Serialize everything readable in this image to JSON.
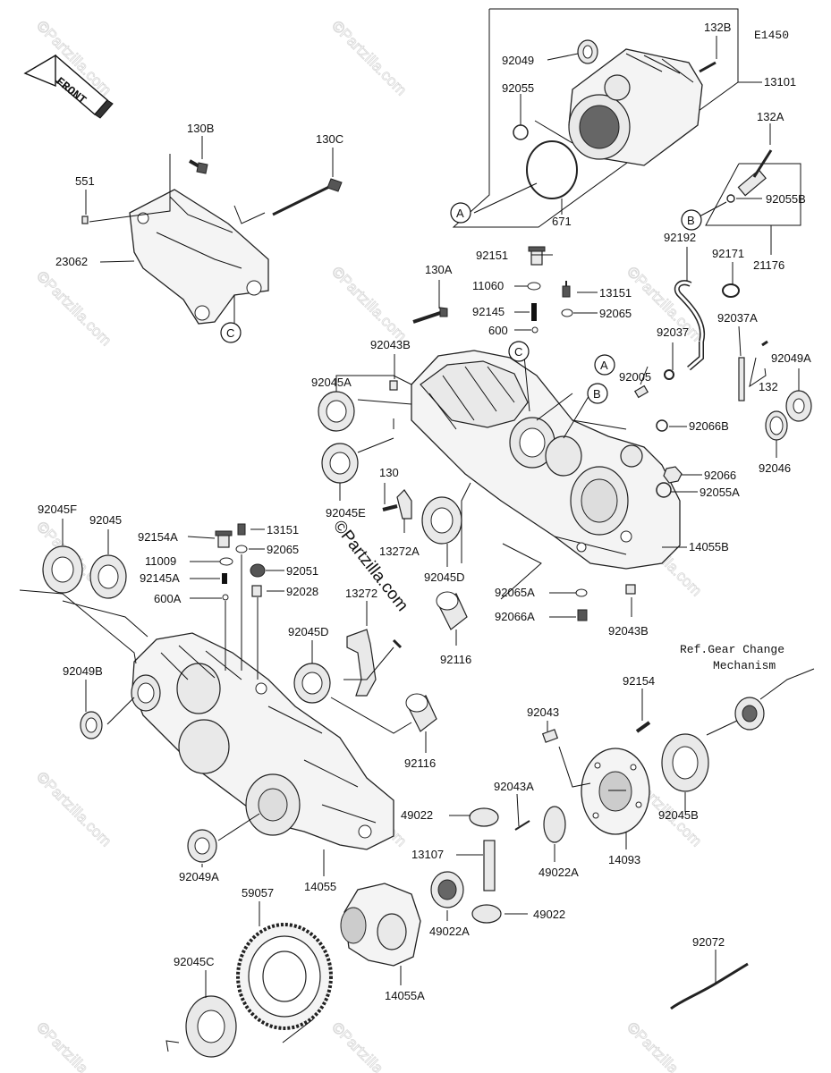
{
  "diagram": {
    "code": "E1450",
    "front_label": "FRONT",
    "watermark": "©Partzilla.com",
    "center_watermark": "©Partzilla.com",
    "reference_note": [
      "Ref.Gear Change",
      "Mechanism"
    ],
    "ref_circles": [
      "A",
      "B",
      "C"
    ],
    "labels": {
      "p92049": "92049",
      "p132B": "132B",
      "p13101": "13101",
      "p92055": "92055",
      "p671": "671",
      "p132A": "132A",
      "p92055B": "92055B",
      "p21176": "21176",
      "p130B": "130B",
      "p130C": "130C",
      "p551": "551",
      "p23062": "23062",
      "p92151": "92151",
      "p11060": "11060",
      "p130A": "130A",
      "p13151a": "13151",
      "p92145": "92145",
      "p92065a": "92065",
      "p600": "600",
      "p92192": "92192",
      "p92171": "92171",
      "p92037": "92037",
      "p92037A": "92037A",
      "p92043B": "92043B",
      "p92045A": "92045A",
      "p92005": "92005",
      "p92049A": "92049A",
      "p132": "132",
      "p92066B": "92066B",
      "p92046": "92046",
      "p92066": "92066",
      "p92055A": "92055A",
      "p130": "130",
      "p92045E": "92045E",
      "p13272A": "13272A",
      "p92045D": "92045D",
      "p14055B": "14055B",
      "p92065A": "92065A",
      "p92066A": "92066A",
      "p92043Bb": "92043B",
      "p92116": "92116",
      "p92045F": "92045F",
      "p92045": "92045",
      "p92154A": "92154A",
      "p13151b": "13151",
      "p92065b": "92065",
      "p11009": "11009",
      "p92051": "92051",
      "p92145A": "92145A",
      "p92028": "92028",
      "p600A": "600A",
      "p13272": "13272",
      "p92045Db": "92045D",
      "p92049B": "92049B",
      "p92116b": "92116",
      "p92154": "92154",
      "p92043": "92043",
      "p92043A": "92043A",
      "p49022a": "49022",
      "p92045B": "92045B",
      "p13107": "13107",
      "p49022A": "49022A",
      "p14093": "14093",
      "p92049Ab": "92049A",
      "p14055": "14055",
      "p59057": "59057",
      "p49022Ab": "49022A",
      "p49022b": "49022",
      "p92072": "92072",
      "p92045C": "92045C",
      "p14055A": "14055A"
    }
  }
}
